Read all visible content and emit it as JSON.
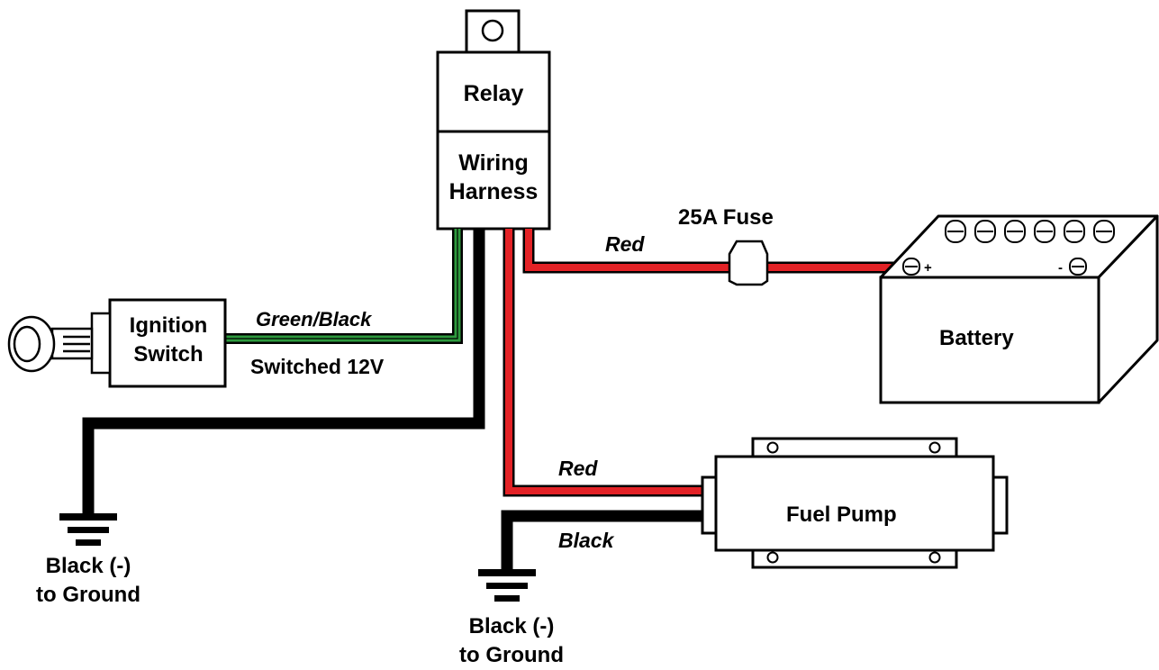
{
  "components": {
    "relay": "Relay",
    "wiring_harness": [
      "Wiring",
      "Harness"
    ],
    "fuse": "25A Fuse",
    "battery": "Battery",
    "battery_pos": "+",
    "battery_neg": "-",
    "ignition_switch": [
      "Ignition",
      "Switch"
    ],
    "fuel_pump": "Fuel Pump"
  },
  "wires": {
    "red_to_battery": "Red",
    "green_black": "Green/Black",
    "switched": "Switched 12V",
    "red_to_pump": "Red",
    "black_pump": "Black"
  },
  "grounds": {
    "left": [
      "Black (-)",
      "to Ground"
    ],
    "right": [
      "Black (-)",
      "to Ground"
    ]
  },
  "colors": {
    "red_wire": "#e32226",
    "green_wire": "#2e9a3e",
    "black_wire": "#000000",
    "outline": "#000000",
    "background": "#ffffff"
  }
}
